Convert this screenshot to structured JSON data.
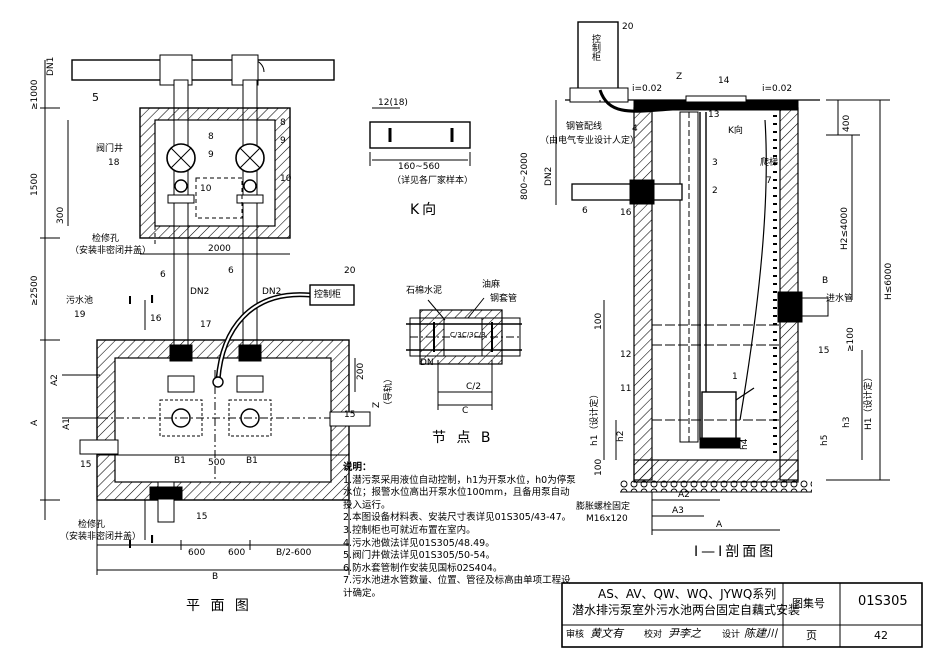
{
  "plan": {
    "title": "平 面 图",
    "labels": {
      "dn1": "DN1",
      "pipe5": "5",
      "dim_1000": "≥1000",
      "dim_1500": "1500",
      "dim_300": "300",
      "dim_2500": "≥2500",
      "valve_pit": "阀门井",
      "valve_pit_no": "18",
      "n8a": "8",
      "n9a": "9",
      "n8b": "8",
      "n9b": "9",
      "n10a": "10",
      "n10b": "10",
      "dim_2000": "2000",
      "hatch_top": "检修孔",
      "hatch_top_note": "（安装非密闭井盖）",
      "n6a": "6",
      "n6b": "6",
      "dn2a": "DN2",
      "dn2b": "DN2",
      "n20": "20",
      "ctrl_cab": "控制柜",
      "sewage_pool": "污水池",
      "n19": "19",
      "sec_I_top": "I",
      "n16": "16",
      "n17": "17",
      "dim_A2": "A2",
      "dim_A": "A",
      "dim_A1": "A1",
      "dim_200": "200",
      "z_label": "Z",
      "z_note": "（导轨）",
      "n15a": "15",
      "n15b": "15",
      "n15c": "15",
      "dim_B1a": "B1",
      "dim_500": "500",
      "dim_B1b": "B1",
      "hatch_bot": "检修孔",
      "hatch_bot_note": "（安装非密闭井盖）",
      "sec_I_bot": "I",
      "dim_600a": "600",
      "dim_600b": "600",
      "dim_B2": "B/2-600",
      "dim_B": "B"
    }
  },
  "kview": {
    "title": "K向",
    "dim_top": "12(18)",
    "dim_bottom": "160~560",
    "note": "（详见各厂家样本）"
  },
  "nodeB": {
    "title": "节 点 B",
    "stone_asbestos": "石棉水泥",
    "oakum": "油麻",
    "sleeve": "钢套管",
    "dn": "DN",
    "c3a": "C/3",
    "c3b": "C/3",
    "c3c": "C/3",
    "c2": "C/2",
    "c": "C"
  },
  "section": {
    "title": "I—I剖面图",
    "labels": {
      "n20": "20",
      "ctrl": "控制柜",
      "z": "Z",
      "n14": "14",
      "slope1": "i=0.02",
      "slope2": "i=0.02",
      "n13": "13",
      "k": "K向",
      "cable": "钢管配线",
      "cable_note": "（由电气专业设计人定）",
      "n4": "4",
      "n3": "3",
      "n2": "2",
      "ladder": "爬梯",
      "n7": "7",
      "dim_800": "800~2000",
      "dn2": "DN2",
      "n6": "6",
      "n16": "16",
      "dim_400": "400",
      "dim_h2": "H2≤4000",
      "dim_H": "H≤6000",
      "b": "B",
      "inlet": "进水管",
      "n15": "15",
      "dim_100a": "100",
      "dim_ge100": "≥100",
      "n12": "12",
      "n11": "11",
      "n1": "1",
      "h1a": "h1（设计定）",
      "h1b": "H1（设计定）",
      "h3": "h3",
      "h2": "h2",
      "h4": "h4",
      "h5": "h5",
      "dim_100b": "100",
      "expansion": "膨胀螺栓固定",
      "bolt": "M16x120",
      "a2": "A2",
      "a3": "A3",
      "a": "A"
    }
  },
  "notes": {
    "heading": "说明：",
    "items": [
      "1.潜污泵采用液位自动控制，h1为开泵水位，h0为停泵",
      "   水位；报警水位高出开泵水位100mm，且备用泵自动",
      "   投入运行。",
      "2.本图设备材料表、安装尺寸表详见01S305/43-47。",
      "3.控制柜也可就近布置在室内。",
      "4.污水池做法详见01S305/48.49。",
      "5.阀门井做法详见01S305/50-54。",
      "6.防水套管制作安装见国标02S404。",
      "7.污水池进水管数量、位置、管径及标高由单项工程设",
      "   计确定。"
    ]
  },
  "titleblock": {
    "series": "AS、AV、QW、WQ、JYWQ系列",
    "name": "潜水排污泵室外污水池两台固定自藕式安装",
    "atlas_label": "图集号",
    "atlas_no": "01S305",
    "review": "审核",
    "reviewer": "黄文有",
    "check": "校对",
    "checker": "尹李之",
    "design": "设计",
    "designer": "陈建川",
    "page_label": "页",
    "page_no": "42"
  }
}
